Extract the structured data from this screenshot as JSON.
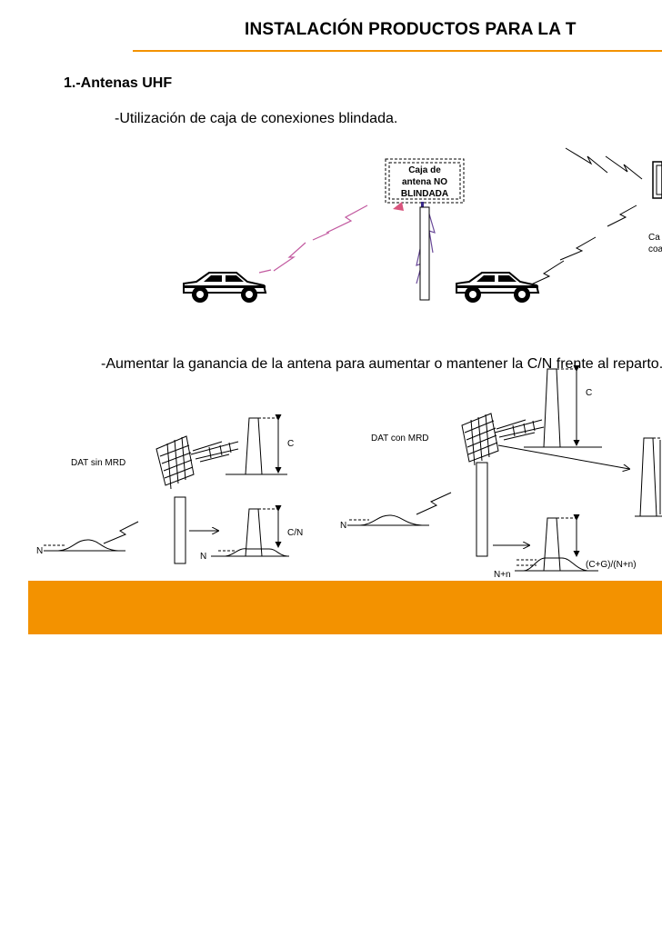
{
  "header": {
    "title": "INSTALACIÓN PRODUCTOS PARA LA T",
    "accent_color": "#f39200"
  },
  "section": {
    "heading": "1.-Antenas UHF",
    "bullet_1": "-Utilización de caja de conexiones blindada.",
    "bullet_2": "-Aumentar la ganancia de la antena para aumentar o mantener la C/N frente al reparto."
  },
  "diagram_1": {
    "box_label_lines": [
      "Caja de",
      "antena NO",
      "BLINDADA"
    ],
    "cable_label_lines": [
      "Ca",
      "coa"
    ],
    "icons": [
      "car-icon",
      "car-icon",
      "lightning-bolt-icon",
      "antenna-mast-icon",
      "tv-antenna-icon"
    ]
  },
  "diagram_2": {
    "label_dat_sin_mrd": "DAT sin MRD",
    "label_dat_con_mrd": "DAT con MRD",
    "label_c_left": "C",
    "label_cn_left": "C/N",
    "label_n_left_input": "N",
    "label_n_left_output": "N",
    "label_n_right_input": "N",
    "label_c_right": "C",
    "label_cg_nn": "(C+G)/(N+n)",
    "label_n_plus_n": "N+n",
    "label_n_right": "N"
  },
  "footer": {
    "band_color": "#f39200"
  }
}
